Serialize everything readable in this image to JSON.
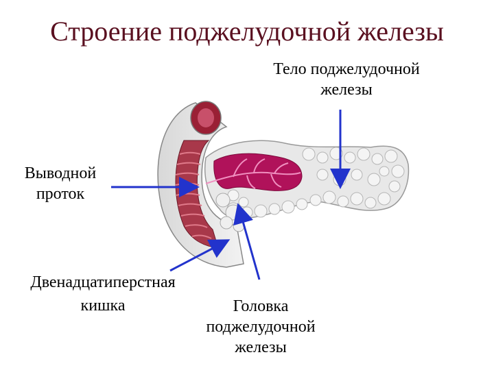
{
  "title": "Строение поджелудочной железы",
  "labels": {
    "body": [
      "Тело поджелудочной",
      "железы"
    ],
    "duct": [
      "Выводной",
      "проток"
    ],
    "duodenum": [
      "Двенадцатиперстная",
      "кишка"
    ],
    "head": [
      "Головка",
      "поджелудочной",
      "железы"
    ]
  },
  "colors": {
    "title": "#5a1020",
    "arrow": "#2233cc",
    "tissue": "#e4e4e4",
    "duct_tissue": "#b0125a",
    "duodenum_wall": "#a8384a"
  }
}
